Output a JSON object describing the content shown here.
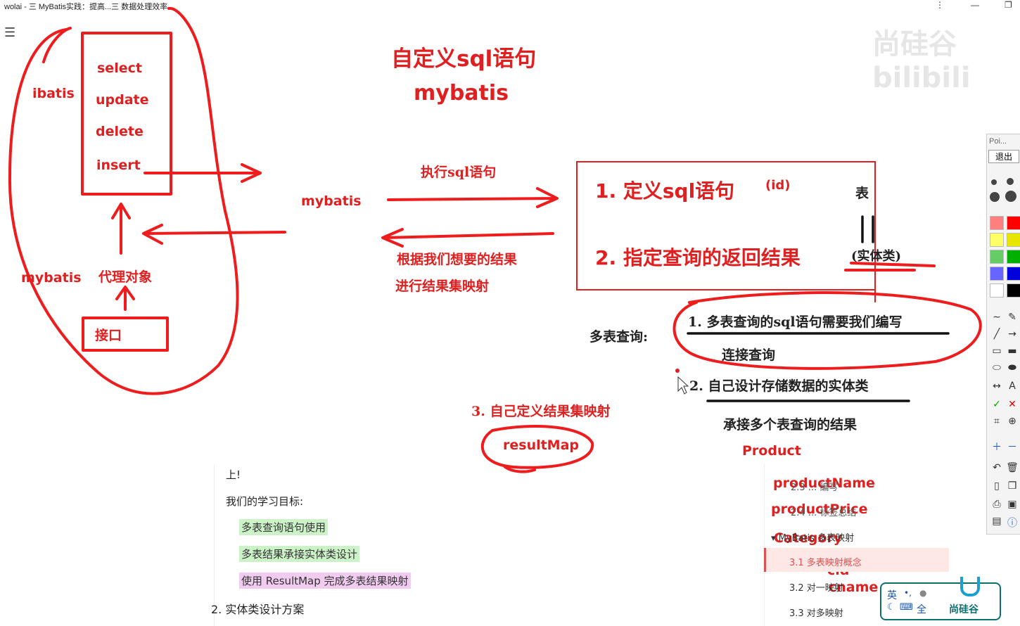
{
  "window": {
    "title": "wolai - 三   MyBatis实践：提高...三 数据处理效率",
    "more": "⋮",
    "minimize": "—",
    "restore": "❐"
  },
  "watermark": "尚硅谷 bilibili",
  "menu_icon": "☰",
  "left_panel": {
    "ibatis": "ibatis",
    "mybatis": "mybatis",
    "sql_ops": [
      "select",
      "update",
      "delete",
      "insert"
    ],
    "proxy": "代理对象",
    "interface": "接口"
  },
  "header": {
    "title": "自定义sql语句",
    "subtitle": "mybatis"
  },
  "middle": {
    "mybatis": "mybatis",
    "exec": "执行sql语句",
    "map1": "根据我们想要的结果",
    "map2": "进行结果集映射"
  },
  "box": {
    "step1": "1. 定义sql语句",
    "step1_id": "(id)",
    "table": "表",
    "step2": "2. 指定查询的返回结果",
    "entity": "(实体类)"
  },
  "multi": {
    "label": "多表查询:",
    "item1": "1. 多表查询的sql语句需要我们编写",
    "item1_sub": "连接查询",
    "item2": "2. 自己设计存储数据的实体类",
    "item2_sub": "承接多个表查询的结果",
    "item3": "3. 自己定义结果集映射",
    "resultmap": "resultMap"
  },
  "entity_fields": {
    "product": "Product",
    "productName": "productName",
    "productPrice": "productPrice",
    "category": "Category",
    "cid": "cid",
    "cname": "cname"
  },
  "document": {
    "line1": "上!",
    "goal": "我们的学习目标:",
    "goals": [
      "多表查询语句使用",
      "多表结果承接实体类设计",
      "使用 ResultMap 完成多表结果映射"
    ],
    "section2": "2.  实体类设计方案"
  },
  "toc": {
    "item_a": "2.3 ... 编写",
    "item_b": "2.4 ... 标签总结",
    "group": "MyBatis 多表映射",
    "i1": "3.1 多表映射概念",
    "i2": "3.2 对一映射",
    "i3": "3.3 对多映射"
  },
  "toolbox": {
    "title": "Poi...",
    "exit": "退出",
    "colors": [
      "#ff7f7f",
      "#ff0000",
      "#ffff66",
      "#e6e600",
      "#66cc66",
      "#00b000",
      "#6666ff",
      "#0000dd",
      "#ffffff",
      "#000000"
    ]
  },
  "ime": {
    "lang": "英",
    "punct": "•,",
    "full": "全",
    "brand": "尚硅谷"
  }
}
